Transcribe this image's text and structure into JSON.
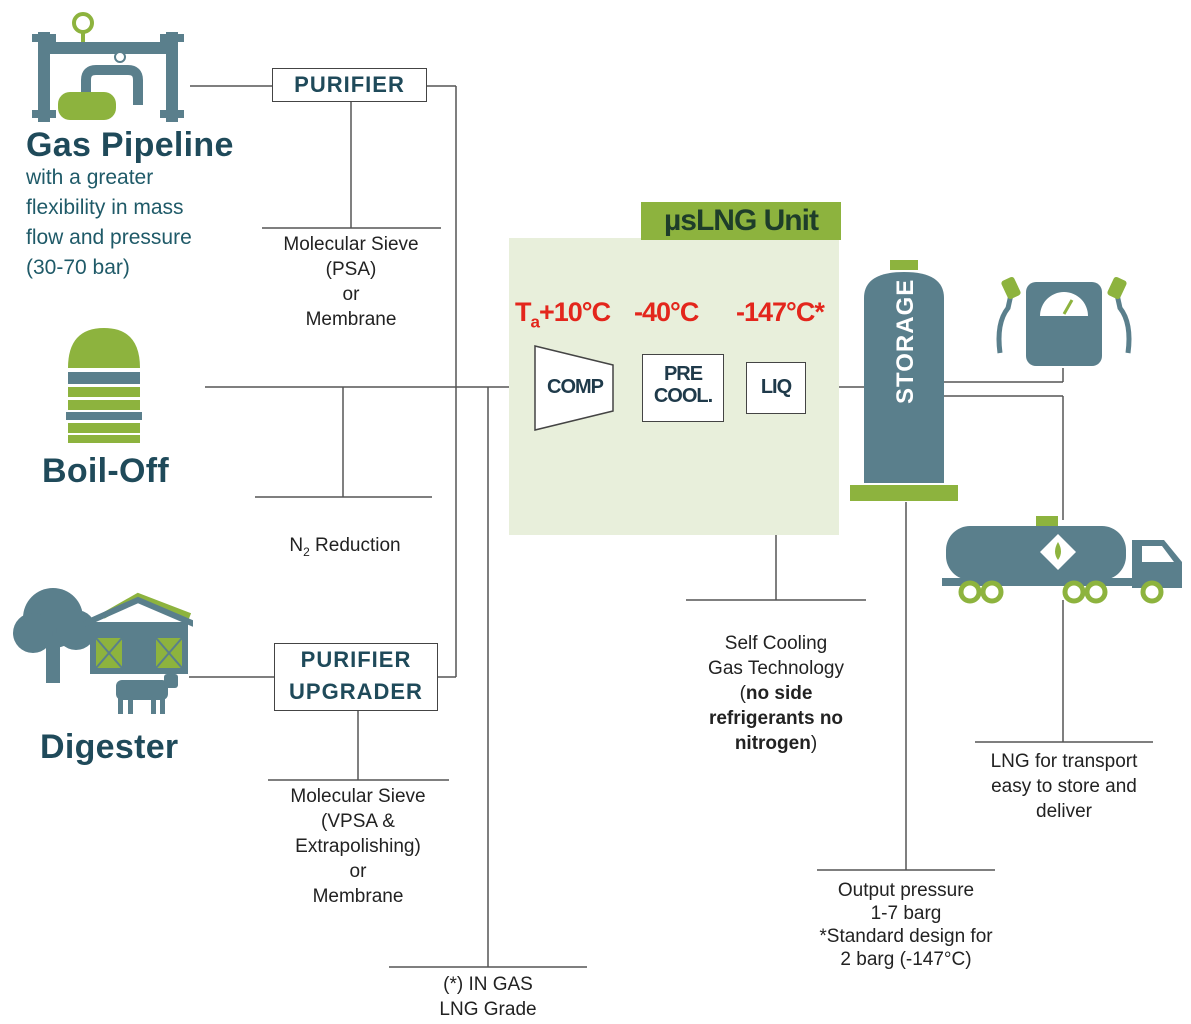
{
  "sources": [
    {
      "id": "gas-pipeline",
      "title": "Gas Pipeline",
      "description": "with a greater\nflexibility in mass\nflow and pressure\n(30-70 bar)"
    },
    {
      "id": "boil-off",
      "title": "Boil-Off"
    },
    {
      "id": "digester",
      "title": "Digester"
    }
  ],
  "purifier_top": {
    "label": "PURIFIER"
  },
  "purifier_bottom": {
    "line1": "PURIFIER",
    "line2": "UPGRADER"
  },
  "notes": {
    "molecular_sieve_top": "Molecular Sieve\n(PSA)\nor\nMembrane",
    "n2_prefix": "N",
    "n2_sub": "2",
    "n2_suffix": " Reduction",
    "molecular_sieve_bottom": "Molecular Sieve\n(VPSA &\nExtrapolishing)\nor\nMembrane",
    "in_gas": "(*) IN GAS\nLNG Grade",
    "self_cooling_1": "Self Cooling\nGas Technology\n(",
    "self_cooling_bold": "no side\nrefrigerants no\nnitrogen",
    "self_cooling_2": ")",
    "output_pressure": "Output pressure\n1-7 barg\n*Standard design for\n2 barg (-147°C)",
    "lng_transport": "LNG for transport\neasy to store and\ndeliver"
  },
  "unit": {
    "title": "µsLNG Unit",
    "temp_ta": "T",
    "temp_ta_sub": "a",
    "temp_ta_rest": "+10°C",
    "temp_2": "-40°C",
    "temp_3": "-147°C*",
    "comp": "COMP",
    "precool_1": "PRE",
    "precool_2": "COOL.",
    "liq": "LIQ"
  },
  "storage": {
    "label": "STORAGE"
  },
  "colors": {
    "teal": "#5a7f8c",
    "green": "#8db33e",
    "unit_bg": "#e8efdb",
    "temp_red": "#e3261c",
    "dark_text": "#1f4a5a"
  }
}
